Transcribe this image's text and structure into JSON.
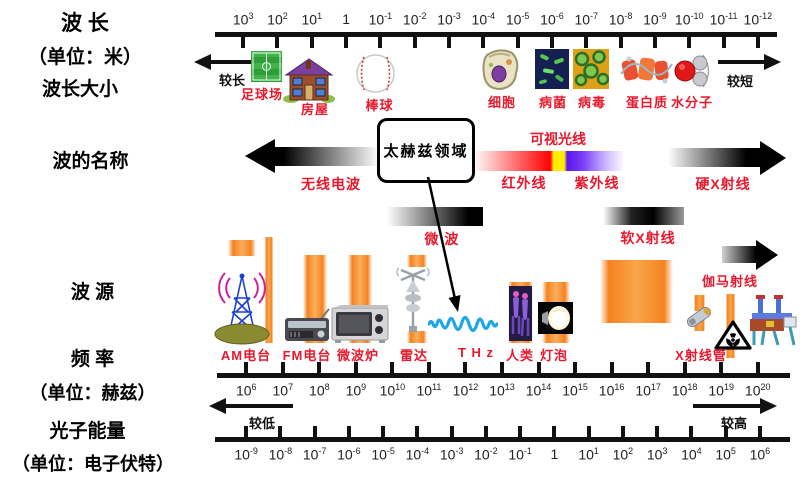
{
  "left_labels": {
    "wavelength_title": "波 长",
    "wavelength_unit": "（单位：米）",
    "wavelength_size": "波长大小",
    "wave_name": "波的名称",
    "wave_source": "波 源",
    "frequency": "频 率",
    "frequency_unit": "（单位：赫兹）",
    "photon_energy": "光子能量",
    "photon_energy_unit": "（单位：电子伏特）"
  },
  "wavelength_axis": {
    "ticks": [
      "10^3",
      "10^2",
      "10^1",
      "1",
      "10^-1",
      "10^-2",
      "10^-3",
      "10^-4",
      "10^-5",
      "10^-6",
      "10^-7",
      "10^-8",
      "10^-9",
      "10^-10",
      "10^-11",
      "10^-12"
    ],
    "longer": "较长",
    "shorter": "较短"
  },
  "size_objects": [
    {
      "name": "soccer-field",
      "label": "足球场"
    },
    {
      "name": "house",
      "label": "房屋"
    },
    {
      "name": "baseball",
      "label": "棒球"
    },
    {
      "name": "cell",
      "label": "细胞"
    },
    {
      "name": "germ",
      "label": "病菌"
    },
    {
      "name": "virus",
      "label": "病毒"
    },
    {
      "name": "protein",
      "label": "蛋白质"
    },
    {
      "name": "water-molecule",
      "label": "水分子"
    }
  ],
  "wave_names": {
    "radio": "无线电波",
    "terahertz_box": "太赫兹领域",
    "infrared": "红外线",
    "visible": "可视光线",
    "ultraviolet": "紫外线",
    "hard_xray": "硬X射线",
    "microwave": "微 波",
    "soft_xray": "软X射线",
    "gamma": "伽马射线"
  },
  "sources": [
    {
      "name": "am-radio",
      "label": "AM电台"
    },
    {
      "name": "fm-radio",
      "label": "FM电台"
    },
    {
      "name": "microwave-oven",
      "label": "微波炉"
    },
    {
      "name": "radar",
      "label": "雷达"
    },
    {
      "name": "thz",
      "label": "T H z"
    },
    {
      "name": "human",
      "label": "人类"
    },
    {
      "name": "bulb",
      "label": "灯泡"
    },
    {
      "name": "xray-tube",
      "label": "X射线管"
    }
  ],
  "frequency_axis": {
    "ticks": [
      "10^6",
      "10^7",
      "10^8",
      "10^9",
      "10^10",
      "10^11",
      "10^12",
      "10^13",
      "10^14",
      "10^15",
      "10^16",
      "10^17",
      "10^18",
      "10^19",
      "10^20"
    ],
    "lower": "较低",
    "higher": "较高"
  },
  "energy_axis": {
    "ticks": [
      "10^-9",
      "10^-8",
      "10^-7",
      "10^-6",
      "10^-5",
      "10^-4",
      "10^-3",
      "10^-2",
      "10^-1",
      "1",
      "10^1",
      "10^2",
      "10^3",
      "10^4",
      "10^5",
      "10^6"
    ]
  },
  "colors": {
    "label_red": "#e8192c",
    "source_orange": "#f58220",
    "thz_blue": "#1ea7e8"
  }
}
